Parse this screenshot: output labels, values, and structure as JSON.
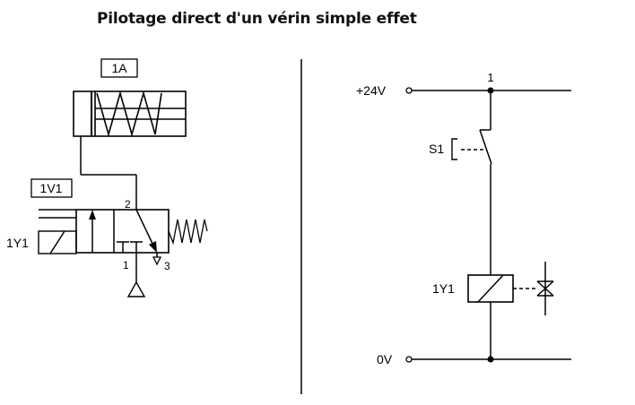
{
  "title": "Pilotage direct d'un vérin simple effet",
  "pneumatic": {
    "cylinder_label": "1A",
    "valve_label": "1V1",
    "solenoid_label": "1Y1",
    "port_2": "2",
    "port_1": "1",
    "port_3": "3"
  },
  "electric": {
    "supply_label": "+24V",
    "node_label": "1",
    "switch_label": "S1",
    "coil_label": "1Y1",
    "ground_label": "0V"
  }
}
